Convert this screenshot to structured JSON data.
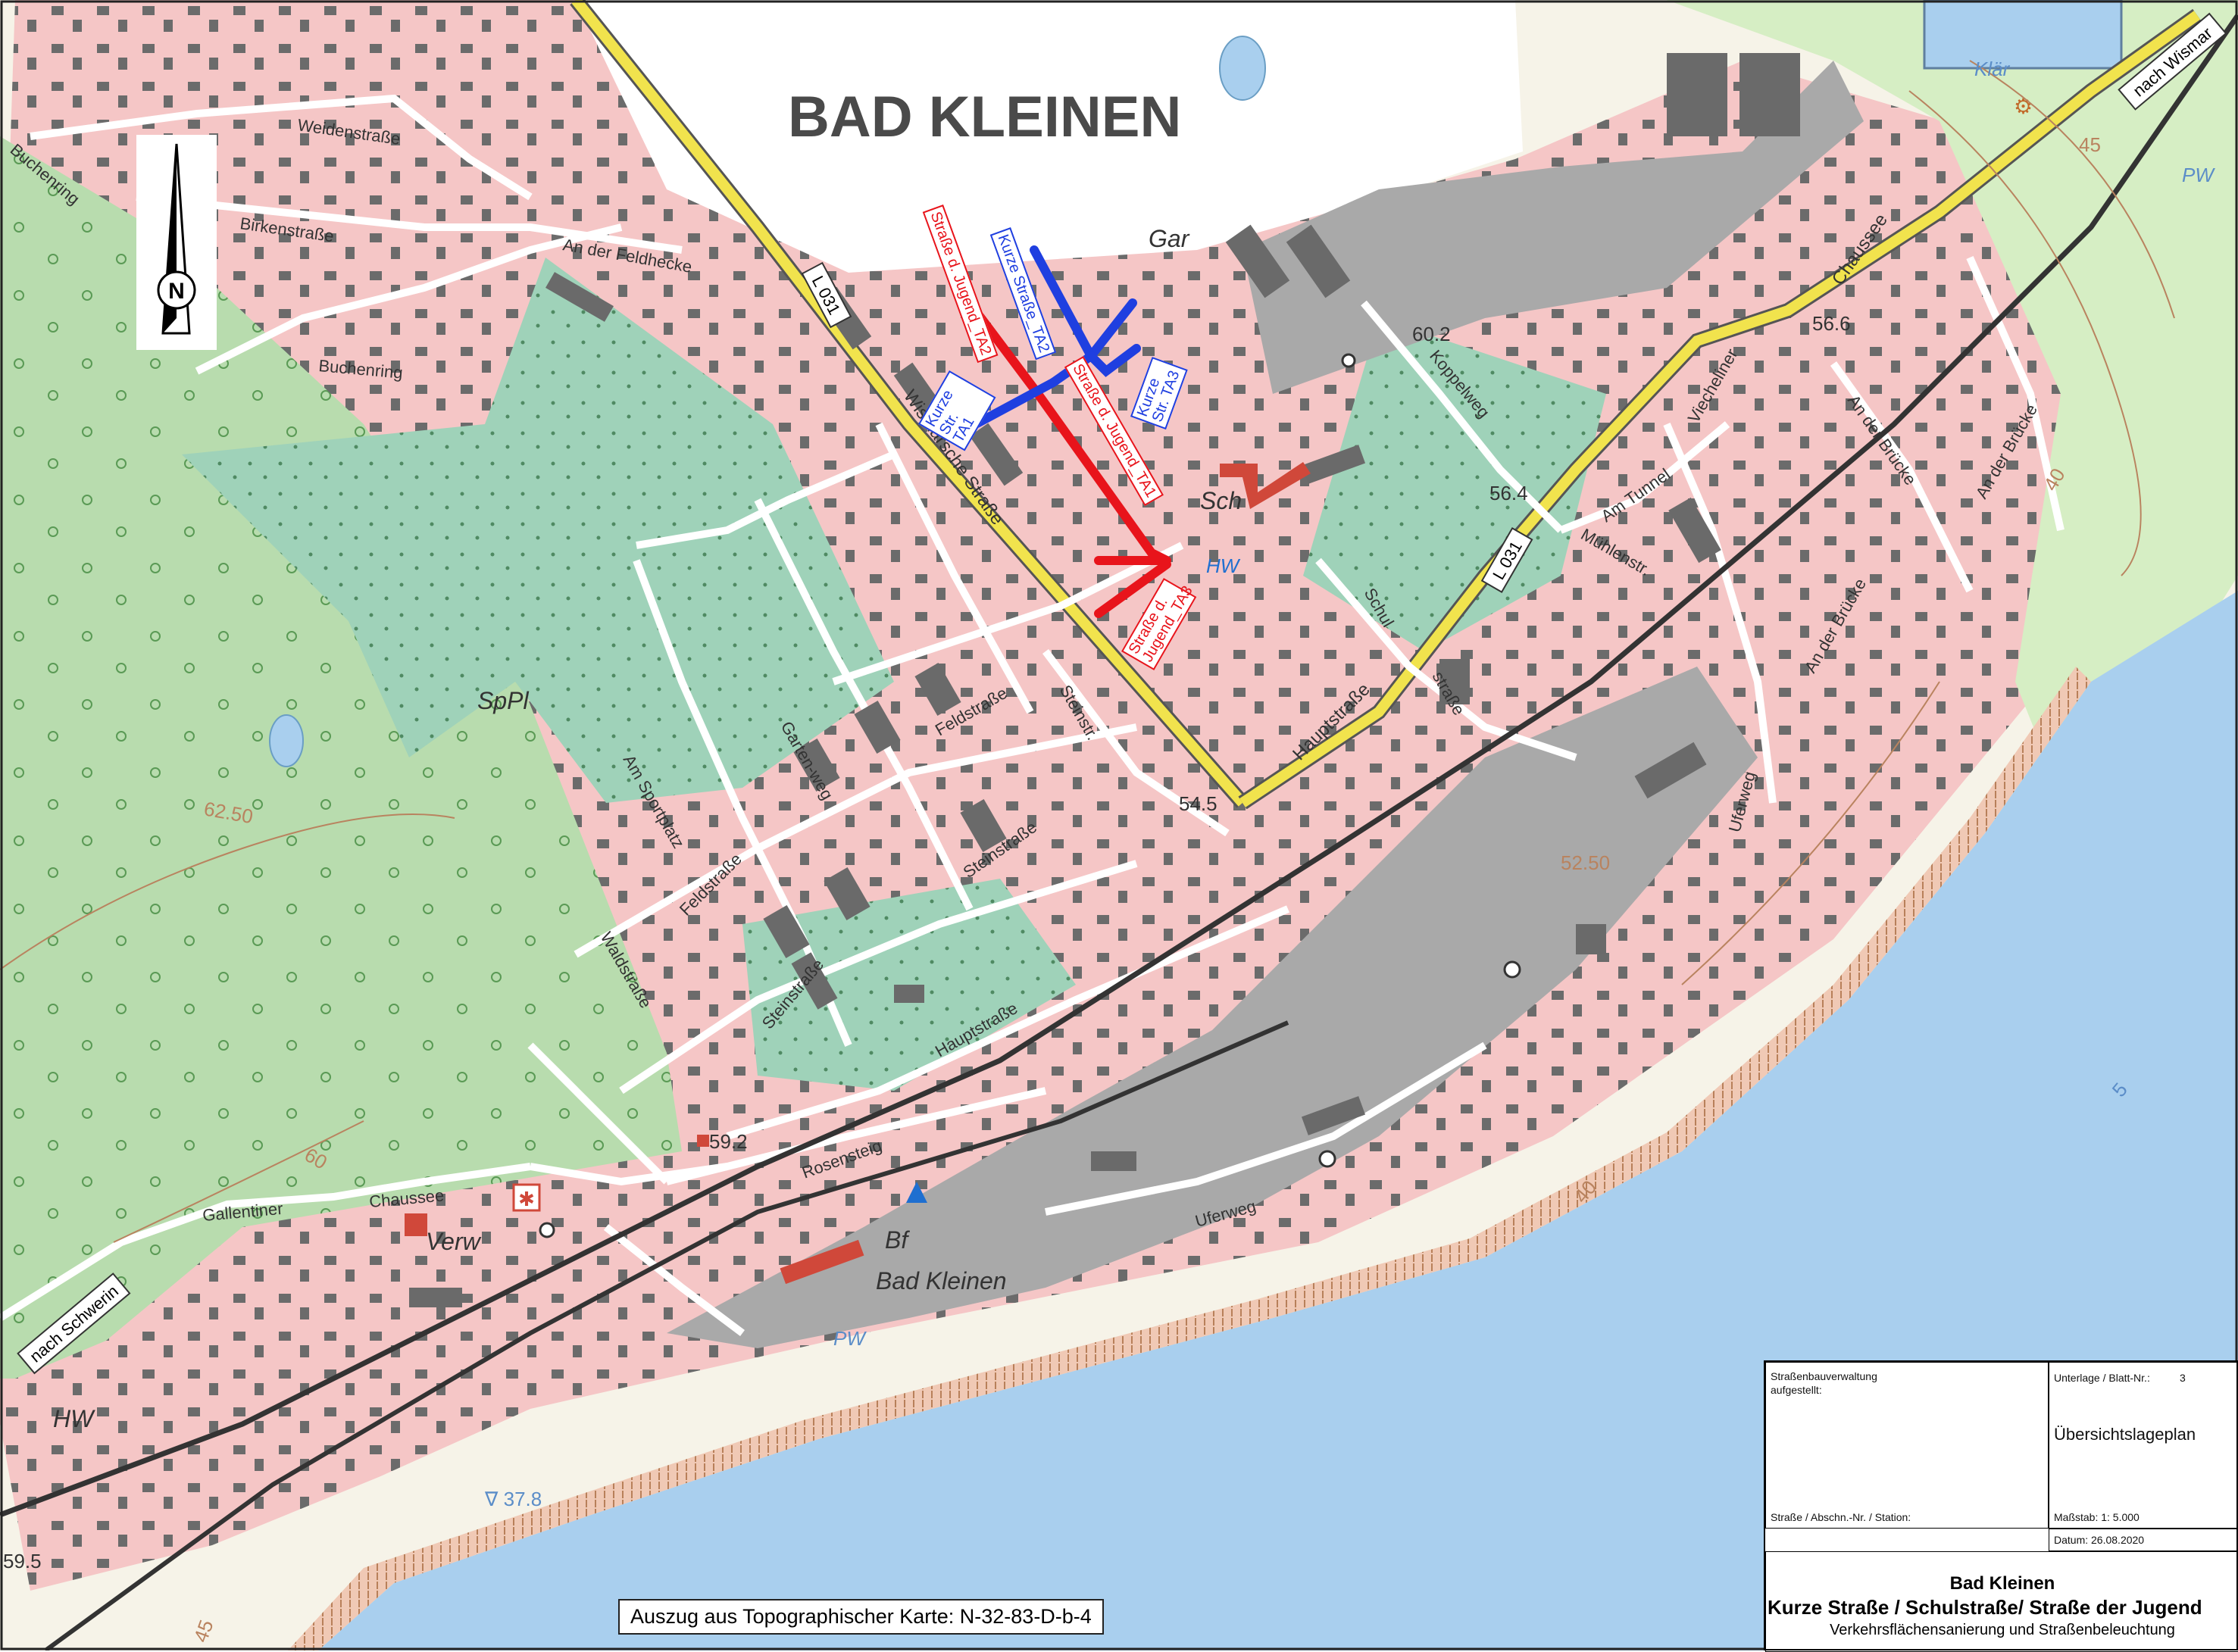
{
  "map": {
    "town_title": "BAD KLEINEN",
    "streets": {
      "weidenstrasse": "Weidenstraße",
      "buchenring_w": "Buchenring",
      "birkenstrasse": "Birkenstraße",
      "an_der_feldhecke": "An der Feldhecke",
      "buchenring_s": "Buchenring",
      "l031_n": "L 031",
      "l031_e": "L 031",
      "wismarsche": "Wismarsche Straße",
      "koppelweg": "Koppelweg",
      "chaussee": "Chaussee",
      "vieheiner": "Viecheliner",
      "am_tunnel": "Am Tunnel",
      "muehlenstr": "Mühlenstr.",
      "an_der_bruecke_1": "An der Brücke",
      "an_der_bruecke_2": "An der Brücke",
      "an_der_bruecke_3": "An der Brücke",
      "schulstrasse_1": "Schul",
      "schulstrasse_2": "straße",
      "hauptstrasse_e": "Hauptstraße",
      "feldstrasse_n": "Feldstraße",
      "steinstr_n": "Steinstr.",
      "gartenweg": "Garten-weg",
      "am_sportplatz": "Am Sportplatz",
      "feldstrasse_s": "Feldstraße",
      "steinstrasse_m": "Steinstraße",
      "steinstrasse_s": "Steinstraße",
      "waldstrasse": "Waldstraße",
      "hauptstrasse_s": "Hauptstraße",
      "rosensteig": "Rosensteig",
      "gallentiner": "Gallentiner",
      "chaussee_s": "Chaussee",
      "uferweg_e": "Uferweg",
      "uferweg_s": "Uferweg"
    },
    "places": {
      "gar": "Gar",
      "sch": "Sch",
      "hw_n": "HW",
      "sppl": "SpPl",
      "verw": "Verw",
      "bf": "Bf",
      "bad_kleinen_station": "Bad Kleinen",
      "pw_s": "PW",
      "pw_ne": "PW",
      "hw_sw": "HW",
      "klaer": "Klär"
    },
    "elevations": {
      "e602": "60.2",
      "e566": "56.6",
      "e564": "56.4",
      "e545": "54.5",
      "e5250": "52.50",
      "e6250": "62.50",
      "e592": "59.2",
      "e378": "∇ 37.8",
      "e595": "59.5",
      "c45": "45",
      "c40": "40",
      "c60": "60",
      "c40s": "40",
      "c45s": "45",
      "c5": "5"
    },
    "direction_signs": {
      "wismar": "nach Wismar",
      "schwerin": "nach Schwerin"
    },
    "section_labels": {
      "kurze_ta2": "Kurze Straße_TA2",
      "kurze_ta1": "Kurze Str. TA1",
      "kurze_ta3": "Kurze Str. TA3",
      "jugend_ta2": "Straße d. Jugend_TA2",
      "jugend_ta1": "Straße d. Jugend_TA1",
      "jugend_ta3": "Straße d. Jugend_TA3"
    },
    "north_arrow": {
      "letter": "N",
      "icon": "north-arrow-icon"
    },
    "colors": {
      "settlement": "#f5c6c6",
      "forest": "#b9dcae",
      "park": "#a8d6bf",
      "water": "#a9cfee",
      "buildings": "#6d6d6d",
      "industrial": "#a7a7a7",
      "main_road": "#f1e34d",
      "railway": "#333333",
      "section_red": "#e8141b",
      "section_blue": "#1f3fe0"
    }
  },
  "excerpt_note": "Auszug aus Topographischer Karte: N-32-83-D-b-4",
  "title_block": {
    "authority_label": "Straßenbauverwaltung",
    "prepared_label": "aufgestellt:",
    "road_label": "Straße / Abschn.-Nr. / Station:",
    "sheet_label": "Unterlage / Blatt-Nr.:",
    "sheet_number": "3",
    "plan_type": "Übersichtslageplan",
    "scale": "Maßstab:  1: 5.000",
    "date": "Datum: 26.08.2020",
    "project_title": "Bad Kleinen",
    "project_streets": "Kurze Straße / Schulstraße/ Straße der Jugend",
    "project_description": "Verkehrsflächensanierung und Straßenbeleuchtung"
  }
}
